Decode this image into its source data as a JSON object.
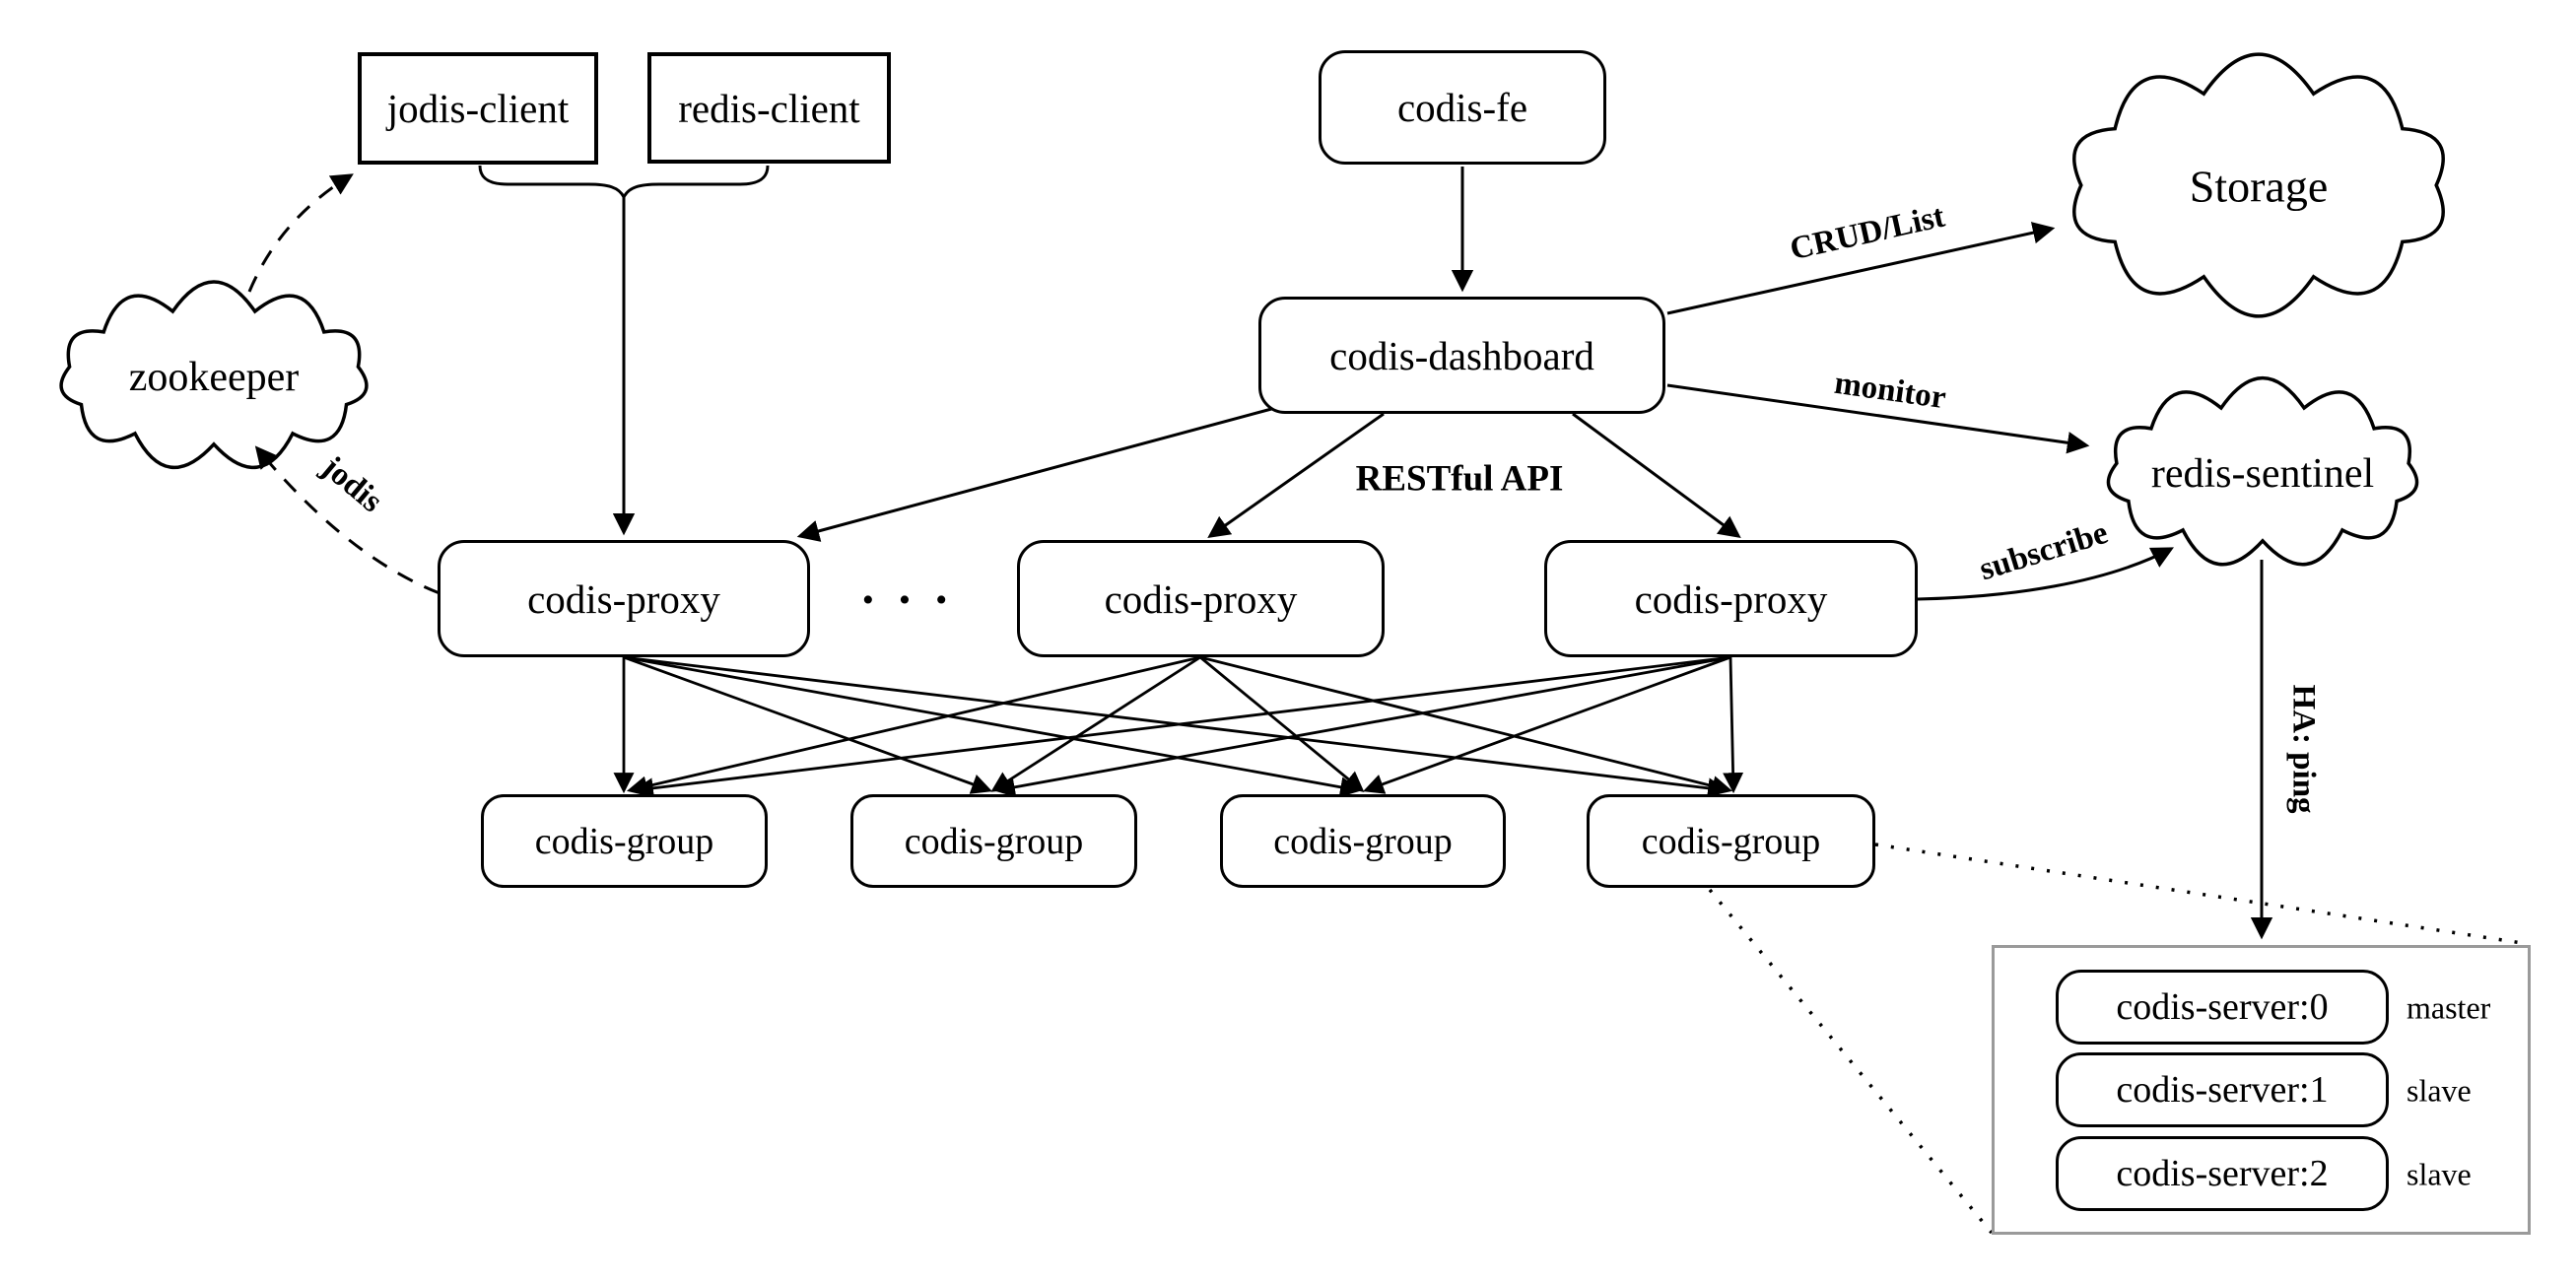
{
  "colors": {
    "ink": "#000000",
    "background": "#ffffff",
    "panel_border": "#9a9a9a"
  },
  "nodes": {
    "jodis_client": "jodis-client",
    "redis_client": "redis-client",
    "codis_fe": "codis-fe",
    "codis_dashboard": "codis-dashboard"
  },
  "clouds": {
    "zookeeper": "zookeeper",
    "storage": "Storage",
    "redis_sentinel": "redis-sentinel"
  },
  "proxies": [
    {
      "label": "codis-proxy"
    },
    {
      "label": "codis-proxy"
    },
    {
      "label": "codis-proxy"
    }
  ],
  "proxy_ellipsis": "· · ·",
  "groups": [
    {
      "label": "codis-group"
    },
    {
      "label": "codis-group"
    },
    {
      "label": "codis-group"
    },
    {
      "label": "codis-group"
    }
  ],
  "server_panel": {
    "servers": [
      {
        "label": "codis-server:0",
        "role": "master"
      },
      {
        "label": "codis-server:1",
        "role": "slave"
      },
      {
        "label": "codis-server:2",
        "role": "slave"
      }
    ]
  },
  "edge_labels": {
    "crud_list": "CRUD/List",
    "monitor": "monitor",
    "restful_api": "RESTful API",
    "subscribe": "subscribe",
    "jodis": "jodis",
    "ha_ping": "HA: ping"
  }
}
